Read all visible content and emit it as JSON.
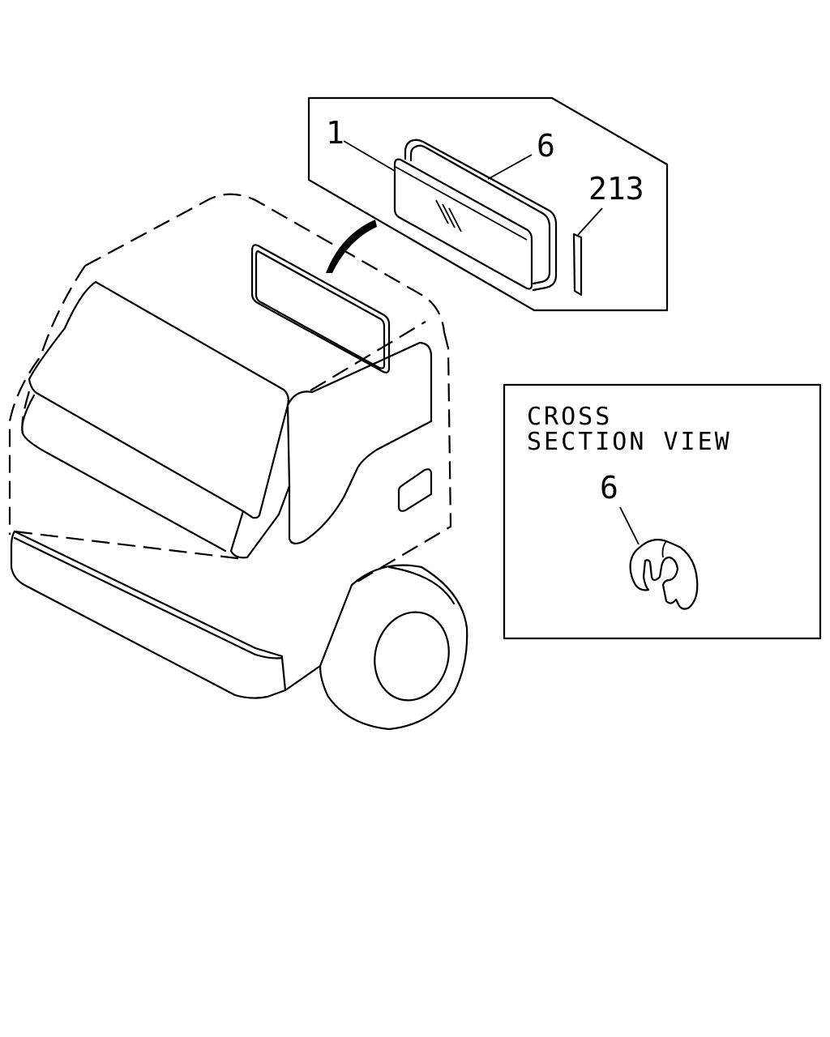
{
  "callouts": {
    "item_1": "1",
    "item_6": "6",
    "item_213": "213",
    "item_6_section": "6"
  },
  "cross_section": {
    "line1": "CROSS",
    "line2": "SECTION VIEW"
  }
}
